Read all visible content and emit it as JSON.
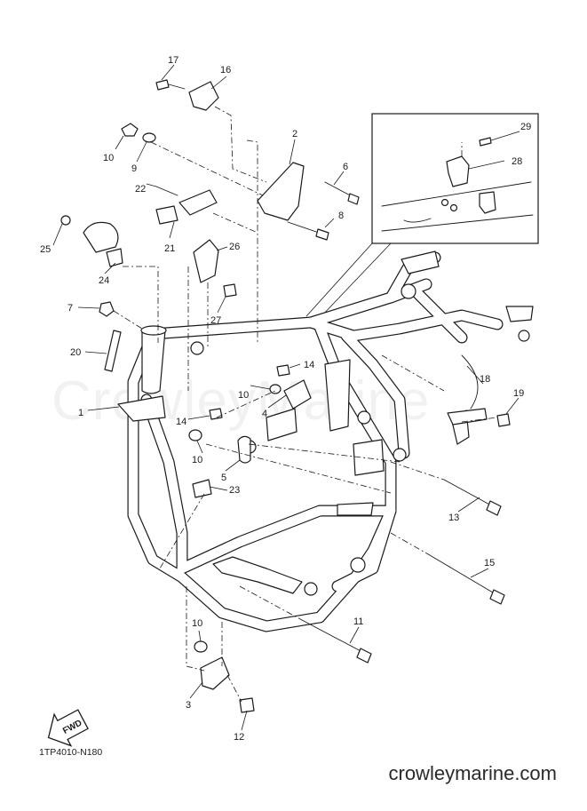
{
  "watermark": "CrowleyMarine",
  "diagram_code": "1TP4010-N180",
  "website": "crowleymarine.com",
  "fwd_label": "FWD",
  "callouts": {
    "c1": "1",
    "c2": "2",
    "c3": "3",
    "c4": "4",
    "c5": "5",
    "c6": "6",
    "c7": "7",
    "c8": "8",
    "c9": "9",
    "c10a": "10",
    "c10b": "10",
    "c10c": "10",
    "c10d": "10",
    "c11": "11",
    "c12": "12",
    "c13": "13",
    "c14a": "14",
    "c14b": "14",
    "c15": "15",
    "c16": "16",
    "c17": "17",
    "c18": "18",
    "c19": "19",
    "c20": "20",
    "c21": "21",
    "c22": "22",
    "c23": "23",
    "c24": "24",
    "c25": "25",
    "c26": "26",
    "c27": "27",
    "c28": "28",
    "c29": "29"
  }
}
